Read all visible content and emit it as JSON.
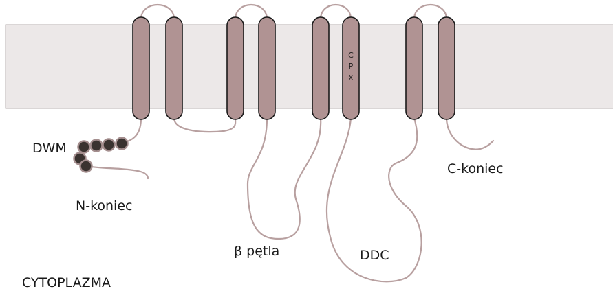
{
  "labels": {
    "dwm": "DWM",
    "n_terminus": "N-koniec",
    "beta_loop": "β pętla",
    "ddc": "DDC",
    "c_terminus": "C-koniec",
    "cytoplasm": "CYTOPLAZMA"
  },
  "motif": {
    "line1": "C",
    "line2": "P",
    "line3": "x"
  },
  "colors": {
    "membrane_fill": "#ece8e8",
    "membrane_stroke": "#b5aeae",
    "helix_fill": "#b09393",
    "loop_stroke": "#b8a0a0",
    "bead_fill": "#3a3330"
  }
}
